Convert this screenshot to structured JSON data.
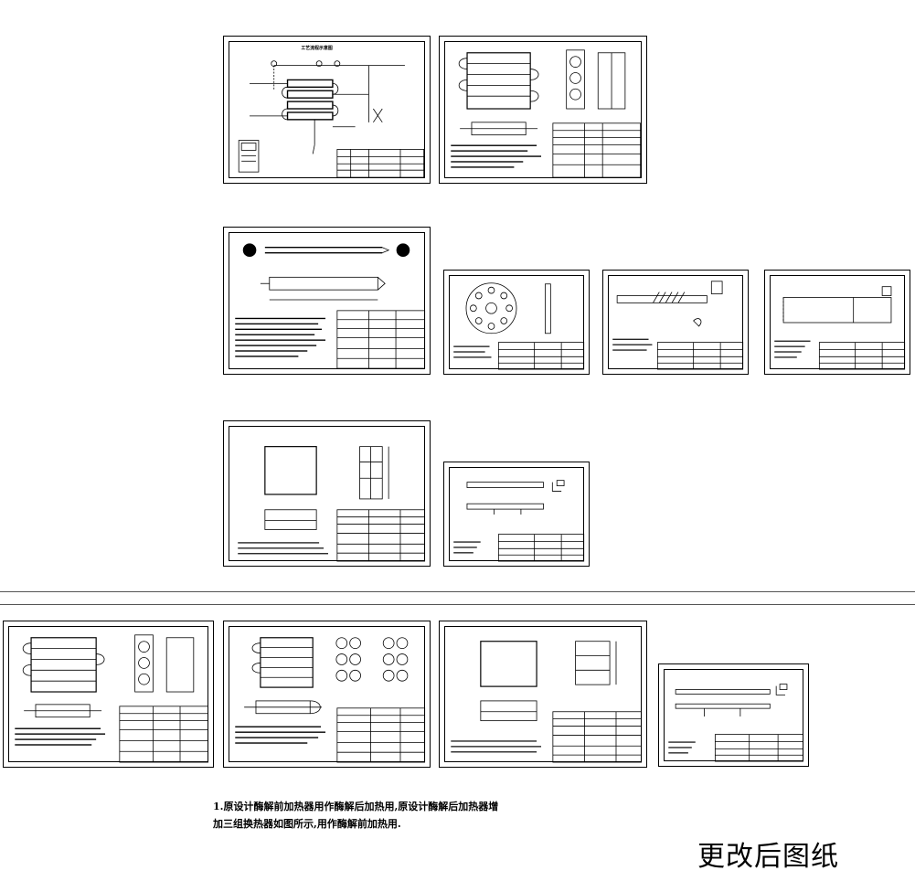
{
  "notes": {
    "line1": "1.原设计酶解前加热器用作酶解后加热用,原设计酶解后加热器增",
    "line2": "加三组换热器如图所示,用作酶解前加热用."
  },
  "caption": "更改后图纸",
  "sheets_before": [
    {
      "id": "s1",
      "kind": "flow-diagram",
      "heading": "工艺流程示意图"
    },
    {
      "id": "s2",
      "kind": "heat-exchanger-assembly"
    },
    {
      "id": "s3",
      "kind": "heating-tube"
    },
    {
      "id": "s4",
      "kind": "tube-plate"
    },
    {
      "id": "s5",
      "kind": "fin-tube"
    },
    {
      "id": "s6",
      "kind": "shell"
    },
    {
      "id": "s7",
      "kind": "frame"
    },
    {
      "id": "s8",
      "kind": "support-bar"
    }
  ],
  "sheets_after": [
    {
      "id": "s9",
      "kind": "heat-exchanger-assembly"
    },
    {
      "id": "s10",
      "kind": "heat-exchanger-assembly-3group"
    },
    {
      "id": "s11",
      "kind": "frame"
    },
    {
      "id": "s12",
      "kind": "support-bar"
    }
  ]
}
